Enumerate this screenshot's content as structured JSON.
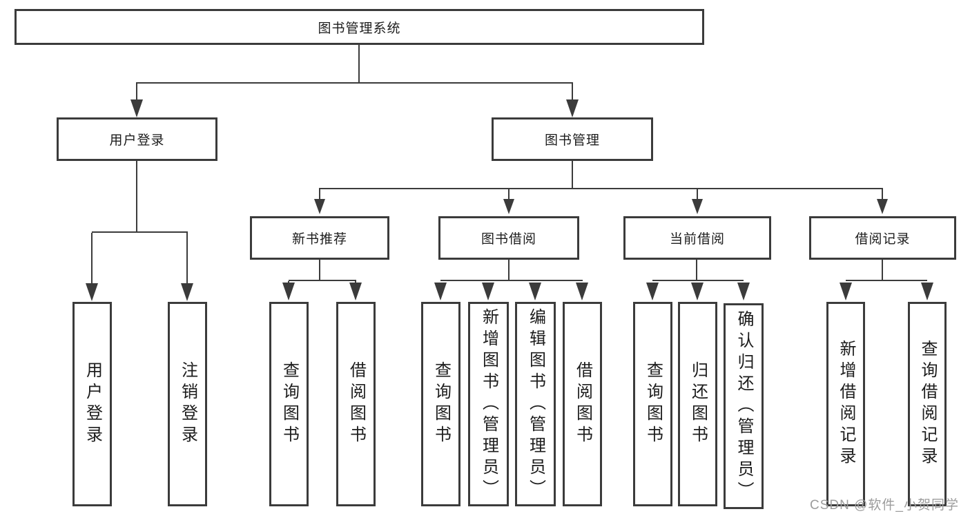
{
  "diagram": {
    "root": {
      "label": "图书管理系统"
    },
    "level2": [
      {
        "label": "用户登录"
      },
      {
        "label": "图书管理"
      }
    ],
    "level3": [
      {
        "label": "新书推荐"
      },
      {
        "label": "图书借阅"
      },
      {
        "label": "当前借阅"
      },
      {
        "label": "借阅记录"
      }
    ],
    "leaves": {
      "user": [
        {
          "label": "用户登录"
        },
        {
          "label": "注销登录"
        }
      ],
      "newbook": [
        {
          "label": "查询图书"
        },
        {
          "label": "借阅图书"
        }
      ],
      "borrow": [
        {
          "label": "查询图书"
        },
        {
          "label": "新增图书（管理员）"
        },
        {
          "label": "编辑图书（管理员）"
        },
        {
          "label": "借阅图书"
        }
      ],
      "current": [
        {
          "label": "查询图书"
        },
        {
          "label": "归还图书"
        },
        {
          "label": "确认归还（管理员）"
        }
      ],
      "record": [
        {
          "label": "新增借阅记录"
        },
        {
          "label": "查询借阅记录"
        }
      ]
    }
  },
  "watermark": "CSDN @软件_小贺同学",
  "colors": {
    "line": "#3b3b3b",
    "text": "#1c1c1c",
    "watermark": "#9c9c9c",
    "background": "#ffffff"
  }
}
